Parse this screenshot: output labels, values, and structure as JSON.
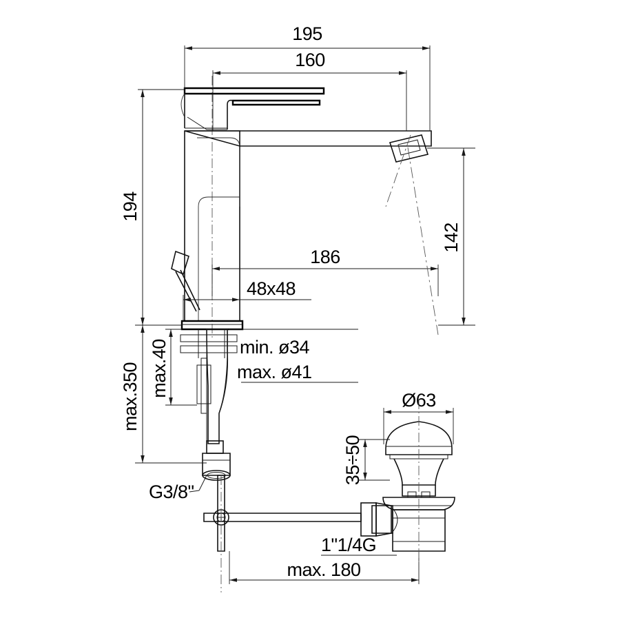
{
  "drawing": {
    "title": "Single-lever basin mixer with pop-up waste — dimensioned technical drawing",
    "units": "mm",
    "line_color": "#1a1a1a",
    "background_color": "#ffffff"
  },
  "dimensions": {
    "overall_width": "195",
    "spout_reach_top": "160",
    "body_height": "194",
    "spout_height": "142",
    "spout_projection": "186",
    "base_footprint": "48x48",
    "hose_max_length": "max.350",
    "mounting_thickness": "max.40",
    "hole_min_diameter": "min. ø34",
    "hole_max_diameter": "max. ø41",
    "supply_thread": "G3/8\"",
    "waste_cap_diameter": "Ø63",
    "waste_height_range": "35÷50",
    "waste_thread": "1\"1/4G",
    "waste_rod_max": "max. 180"
  },
  "labels": [
    {
      "id": "dim-195",
      "text": "195",
      "kind": "linear-horizontal"
    },
    {
      "id": "dim-160",
      "text": "160",
      "kind": "linear-horizontal"
    },
    {
      "id": "dim-194",
      "text": "194",
      "kind": "linear-vertical"
    },
    {
      "id": "dim-142",
      "text": "142",
      "kind": "linear-vertical"
    },
    {
      "id": "dim-186",
      "text": "186",
      "kind": "linear-horizontal"
    },
    {
      "id": "dim-48x48",
      "text": "48x48",
      "kind": "note"
    },
    {
      "id": "dim-max350",
      "text": "max.350",
      "kind": "linear-vertical"
    },
    {
      "id": "dim-max40",
      "text": "max.40",
      "kind": "linear-vertical"
    },
    {
      "id": "note-min34",
      "text": "min. ø34",
      "kind": "note"
    },
    {
      "id": "note-max41",
      "text": "max. ø41",
      "kind": "note"
    },
    {
      "id": "note-g38",
      "text": "G3/8\"",
      "kind": "leader-note"
    },
    {
      "id": "dim-d63",
      "text": "Ø63",
      "kind": "linear-horizontal"
    },
    {
      "id": "dim-3550",
      "text": "35÷50",
      "kind": "linear-vertical"
    },
    {
      "id": "note-114g",
      "text": "1\"1/4G",
      "kind": "note"
    },
    {
      "id": "dim-max180",
      "text": "max. 180",
      "kind": "linear-horizontal"
    }
  ]
}
